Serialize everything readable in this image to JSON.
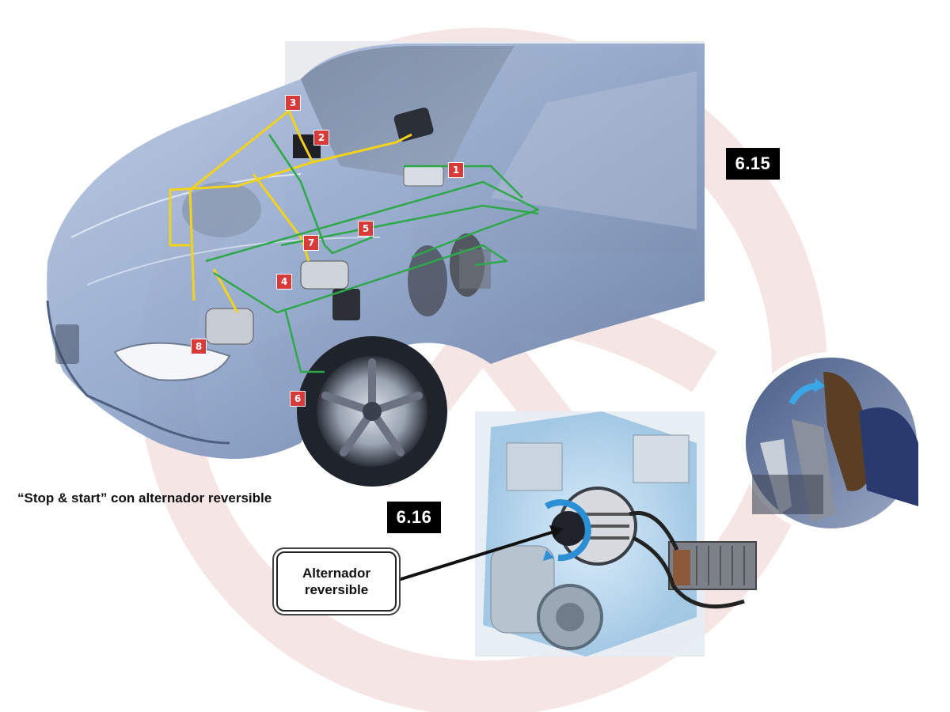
{
  "figures": {
    "fig_615": "6.15",
    "fig_616": "6.16"
  },
  "caption": "“Stop & start” con alternador reversible",
  "callout": {
    "line1": "Alternador",
    "line2": "reversible"
  },
  "markers": [
    "1",
    "2",
    "3",
    "4",
    "5",
    "6",
    "7",
    "8"
  ],
  "colors": {
    "marker_red": "#d83a3a",
    "wire_yellow": "#f2d21a",
    "wire_green": "#2ea84a",
    "car_blue": "#8aa2c8",
    "watermark_red": "#e8c2c2"
  }
}
